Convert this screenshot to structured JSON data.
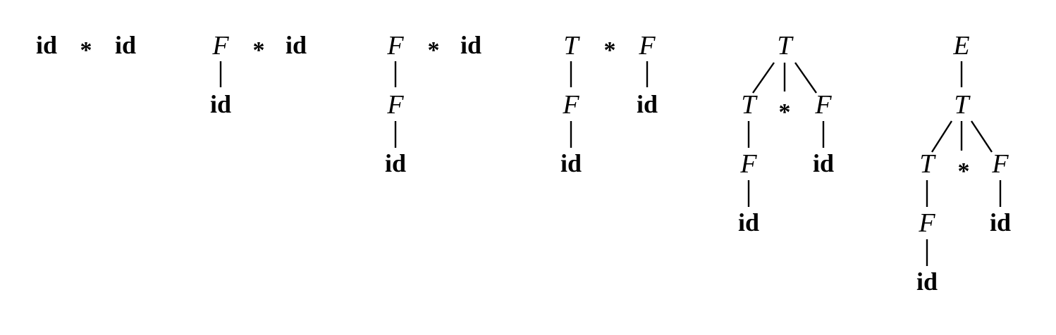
{
  "trees": [
    {
      "nodes": [
        {
          "label": "id",
          "kind": "terminal"
        },
        {
          "label": "*",
          "kind": "operator"
        },
        {
          "label": "id",
          "kind": "terminal"
        }
      ],
      "edges": []
    },
    {
      "nodes": [
        {
          "label": "F",
          "kind": "nonterminal"
        },
        {
          "label": "*",
          "kind": "operator"
        },
        {
          "label": "id",
          "kind": "terminal"
        },
        {
          "label": "id",
          "kind": "terminal"
        }
      ],
      "edges": [
        [
          0,
          3
        ]
      ]
    },
    {
      "nodes": [
        {
          "label": "F",
          "kind": "nonterminal"
        },
        {
          "label": "*",
          "kind": "operator"
        },
        {
          "label": "id",
          "kind": "terminal"
        },
        {
          "label": "F",
          "kind": "nonterminal"
        },
        {
          "label": "id",
          "kind": "terminal"
        }
      ],
      "edges": [
        [
          0,
          3
        ],
        [
          3,
          4
        ]
      ]
    },
    {
      "nodes": [
        {
          "label": "T",
          "kind": "nonterminal"
        },
        {
          "label": "*",
          "kind": "operator"
        },
        {
          "label": "F",
          "kind": "nonterminal"
        },
        {
          "label": "F",
          "kind": "nonterminal"
        },
        {
          "label": "id",
          "kind": "terminal"
        },
        {
          "label": "id",
          "kind": "terminal"
        }
      ],
      "edges": [
        [
          0,
          3
        ],
        [
          3,
          5
        ],
        [
          2,
          4
        ]
      ]
    },
    {
      "nodes": [
        {
          "label": "T",
          "kind": "nonterminal"
        },
        {
          "label": "T",
          "kind": "nonterminal"
        },
        {
          "label": "*",
          "kind": "operator"
        },
        {
          "label": "F",
          "kind": "nonterminal"
        },
        {
          "label": "F",
          "kind": "nonterminal"
        },
        {
          "label": "id",
          "kind": "terminal"
        },
        {
          "label": "id",
          "kind": "terminal"
        }
      ],
      "edges": [
        [
          0,
          1
        ],
        [
          0,
          2
        ],
        [
          0,
          3
        ],
        [
          1,
          4
        ],
        [
          3,
          5
        ],
        [
          4,
          6
        ]
      ]
    },
    {
      "nodes": [
        {
          "label": "E",
          "kind": "nonterminal"
        },
        {
          "label": "T",
          "kind": "nonterminal"
        },
        {
          "label": "T",
          "kind": "nonterminal"
        },
        {
          "label": "*",
          "kind": "operator"
        },
        {
          "label": "F",
          "kind": "nonterminal"
        },
        {
          "label": "F",
          "kind": "nonterminal"
        },
        {
          "label": "id",
          "kind": "terminal"
        },
        {
          "label": "id",
          "kind": "terminal"
        }
      ],
      "edges": [
        [
          0,
          1
        ],
        [
          1,
          2
        ],
        [
          1,
          3
        ],
        [
          1,
          4
        ],
        [
          2,
          5
        ],
        [
          4,
          6
        ],
        [
          5,
          7
        ]
      ]
    }
  ]
}
